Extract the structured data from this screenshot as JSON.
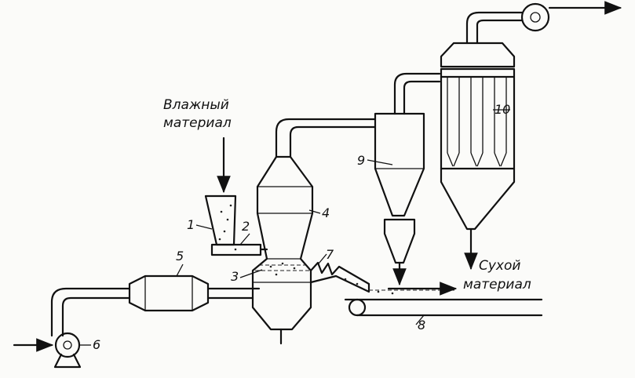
{
  "labels": {
    "wet_material_line1": "Влажный",
    "wet_material_line2": "материал",
    "dry_material_line1": "Сухой",
    "dry_material_line2": "материал"
  },
  "numbers": {
    "hopper": "1",
    "feeder": "2",
    "grid": "3",
    "dryer": "4",
    "heater": "5",
    "fan": "6",
    "discharge": "7",
    "conveyor": "8",
    "cyclone": "9",
    "battery_cyclone": "10"
  }
}
